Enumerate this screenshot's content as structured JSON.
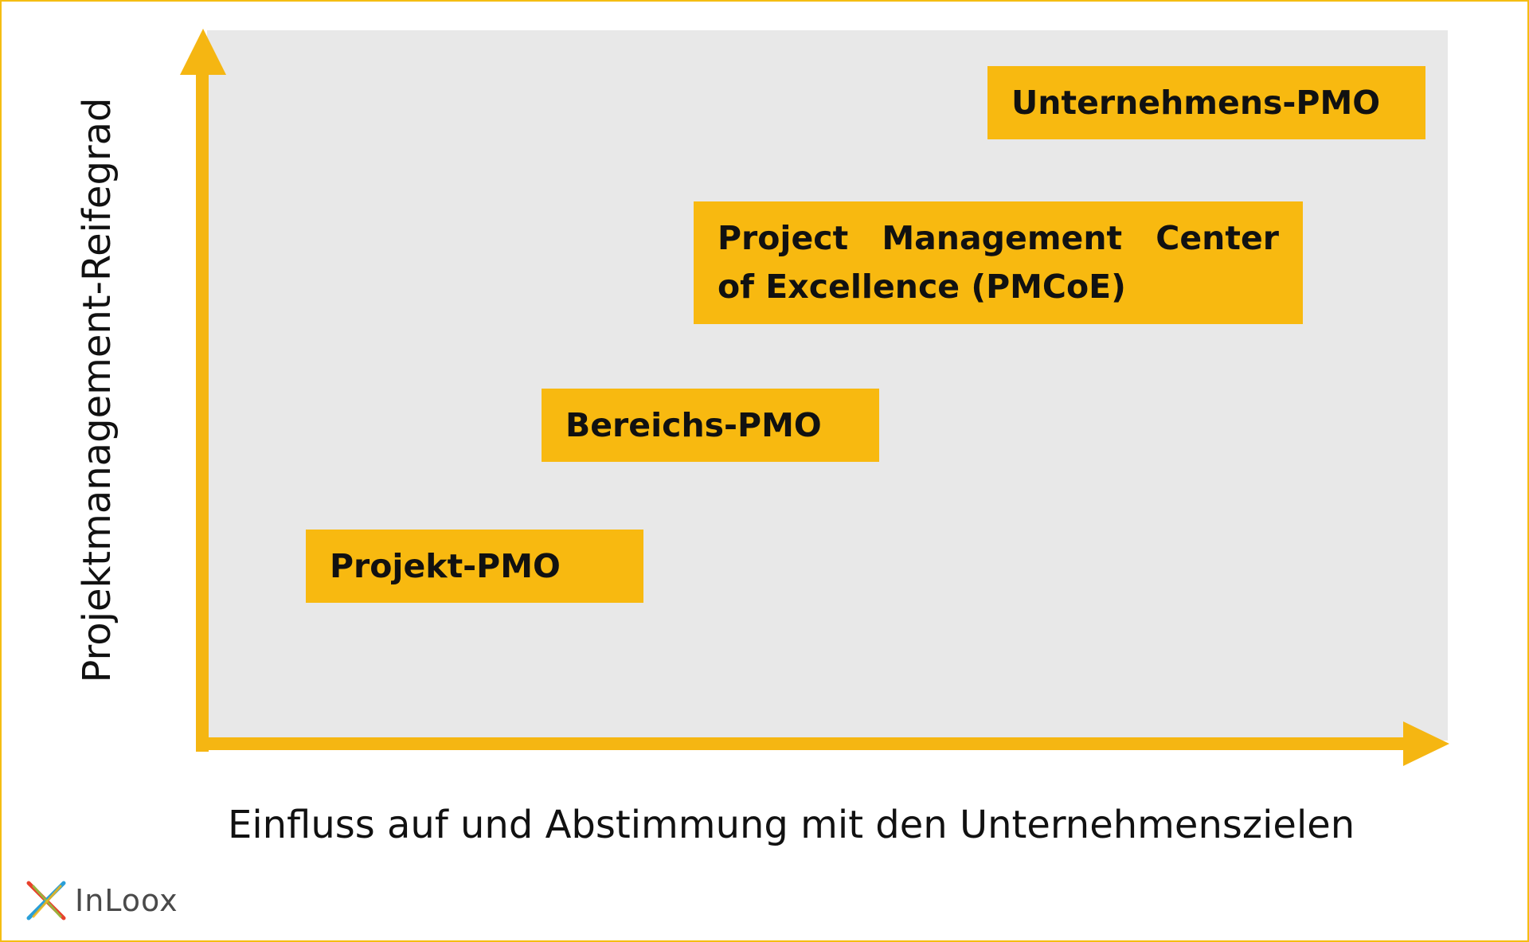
{
  "axes": {
    "y_label": "Projektmanagement-Reifegrad",
    "x_label": "Einfluss auf und Abstimmung mit den Unternehmenszielen"
  },
  "boxes": {
    "projekt": "Projekt-PMO",
    "bereich": "Bereichs-PMO",
    "pmcoe_line1": "Project Management Center",
    "pmcoe_line2": "of Excellence (PMCoE)",
    "unternehmen": "Unternehmens-PMO"
  },
  "logo": {
    "text": "InLoox"
  },
  "colors": {
    "accent": "#f5b612",
    "box": "#f8b910",
    "plot_background": "#e8e8e8"
  }
}
